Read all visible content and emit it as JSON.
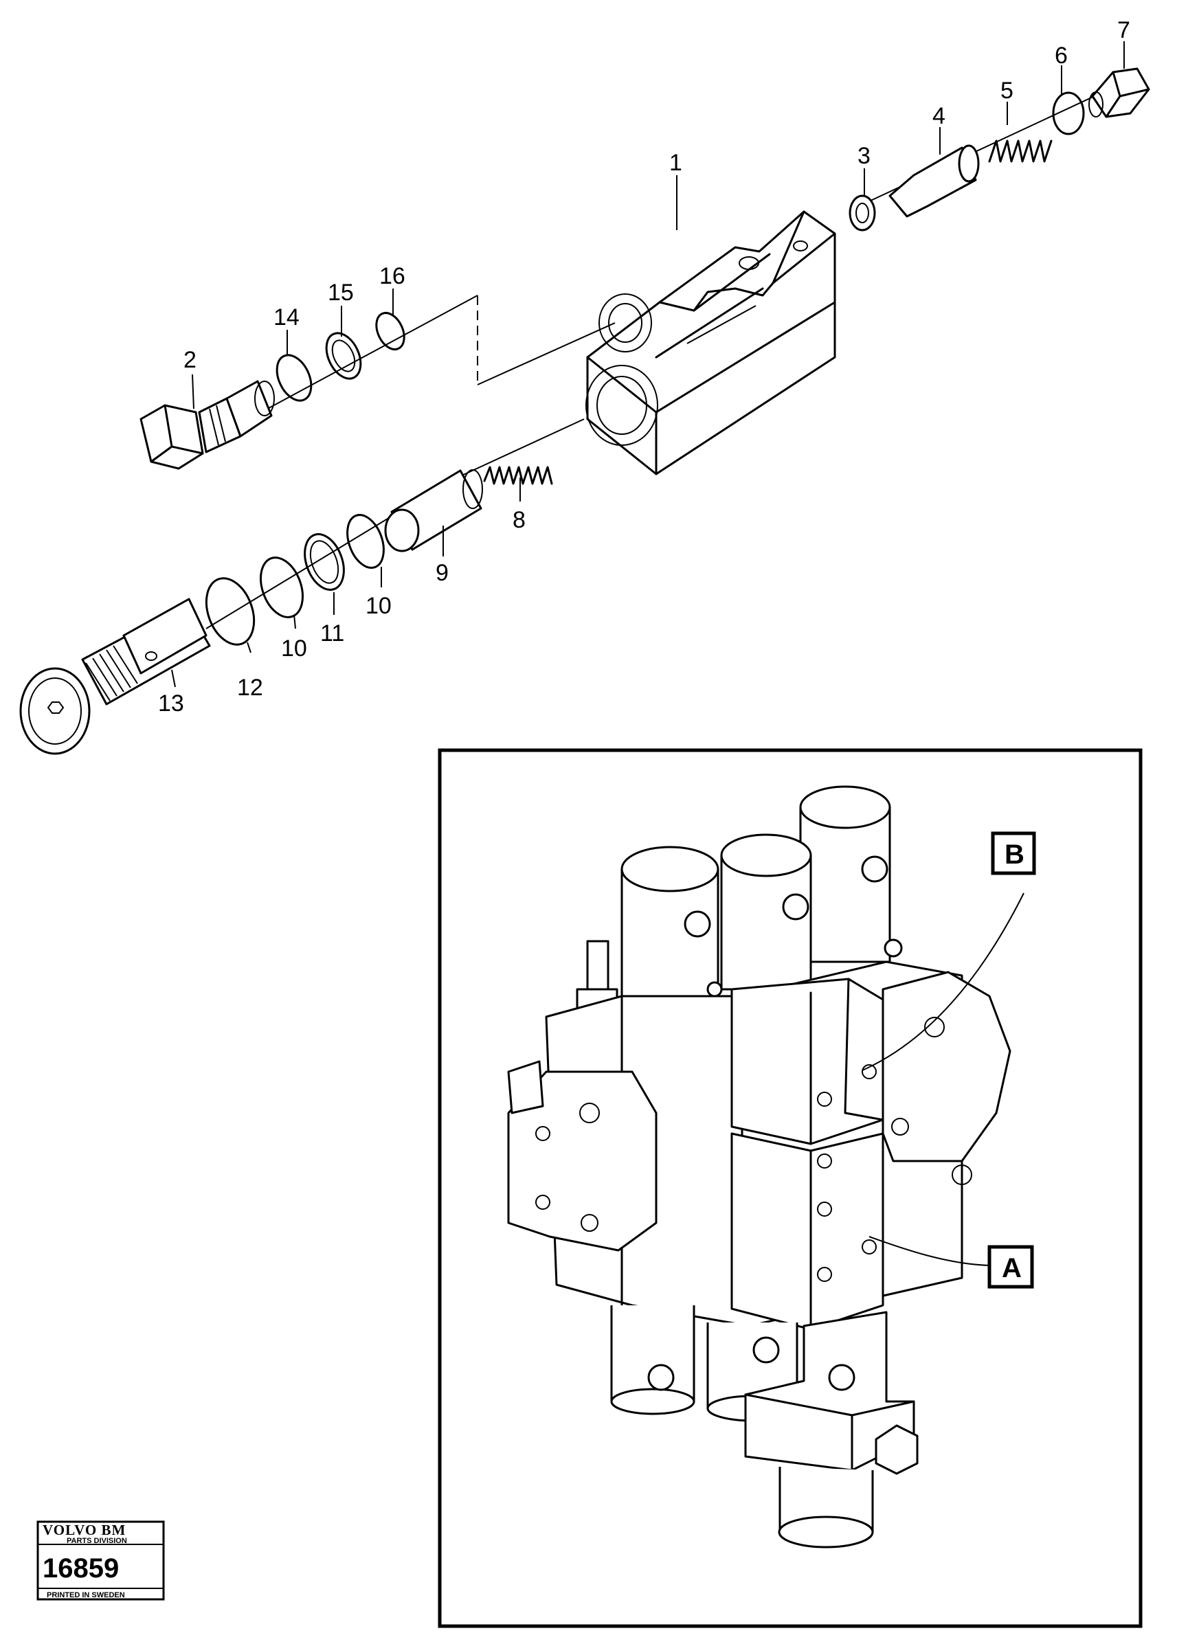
{
  "callouts": {
    "c1": "1",
    "c2": "2",
    "c3": "3",
    "c4": "4",
    "c5": "5",
    "c6": "6",
    "c7": "7",
    "c8": "8",
    "c9": "9",
    "c10a": "10",
    "c10b": "10",
    "c11": "11",
    "c12": "12",
    "c13": "13",
    "c14": "14",
    "c15": "15",
    "c16": "16"
  },
  "inset": {
    "label_a": "A",
    "label_b": "B"
  },
  "stamp": {
    "brand": "VOLVO BM",
    "division": "PARTS DIVISION",
    "number": "16859",
    "printed": "PRINTED IN SWEDEN"
  }
}
